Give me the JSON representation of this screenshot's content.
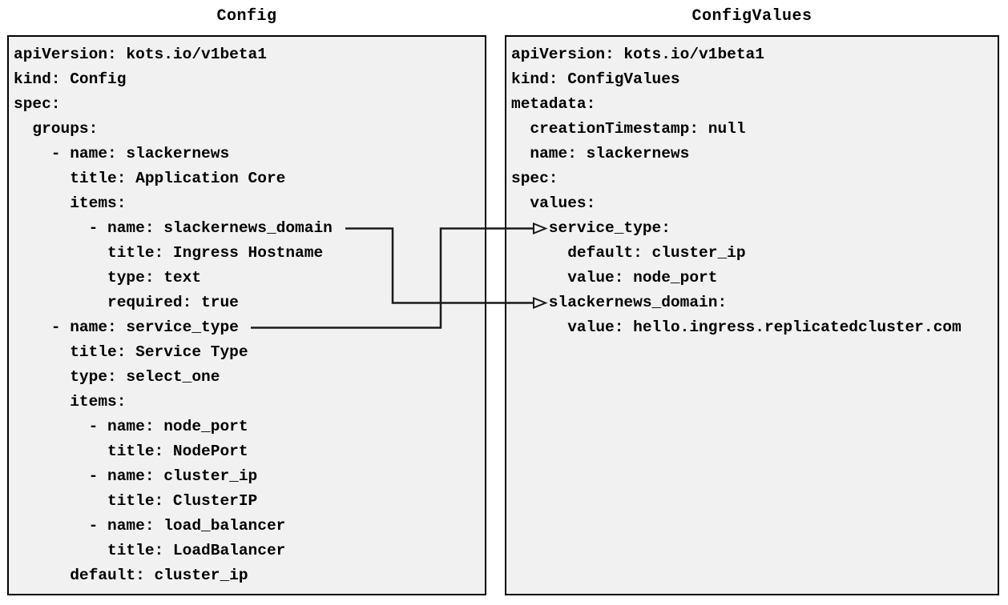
{
  "colors": {
    "page_bg": "#ffffff",
    "panel_bg": "#f1f1f1",
    "panel_border": "#000000",
    "text": "#000000",
    "connector": "#1a1a1a"
  },
  "left_panel": {
    "title": "Config",
    "code_lines": [
      "apiVersion: kots.io/v1beta1",
      "kind: Config",
      "spec:",
      "  groups:",
      "    - name: slackernews",
      "      title: Application Core",
      "      items:",
      "        - name: slackernews_domain",
      "          title: Ingress Hostname",
      "          type: text",
      "          required: true",
      "    - name: service_type",
      "      title: Service Type",
      "      type: select_one",
      "      items:",
      "        - name: node_port",
      "          title: NodePort",
      "        - name: cluster_ip",
      "          title: ClusterIP",
      "        - name: load_balancer",
      "          title: LoadBalancer",
      "      default: cluster_ip"
    ]
  },
  "right_panel": {
    "title": "ConfigValues",
    "code_lines": [
      "apiVersion: kots.io/v1beta1",
      "kind: ConfigValues",
      "metadata:",
      "  creationTimestamp: null",
      "  name: slackernews",
      "spec:",
      "  values:",
      "    service_type:",
      "      default: cluster_ip",
      "      value: node_port",
      "    slackernews_domain:",
      "      value: hello.ingress.replicatedcluster.com"
    ]
  },
  "connections": [
    {
      "from": "Config item name: slackernews_domain",
      "to": "ConfigValues spec.values.slackernews_domain"
    },
    {
      "from": "Config item name: service_type",
      "to": "ConfigValues spec.values.service_type"
    }
  ]
}
